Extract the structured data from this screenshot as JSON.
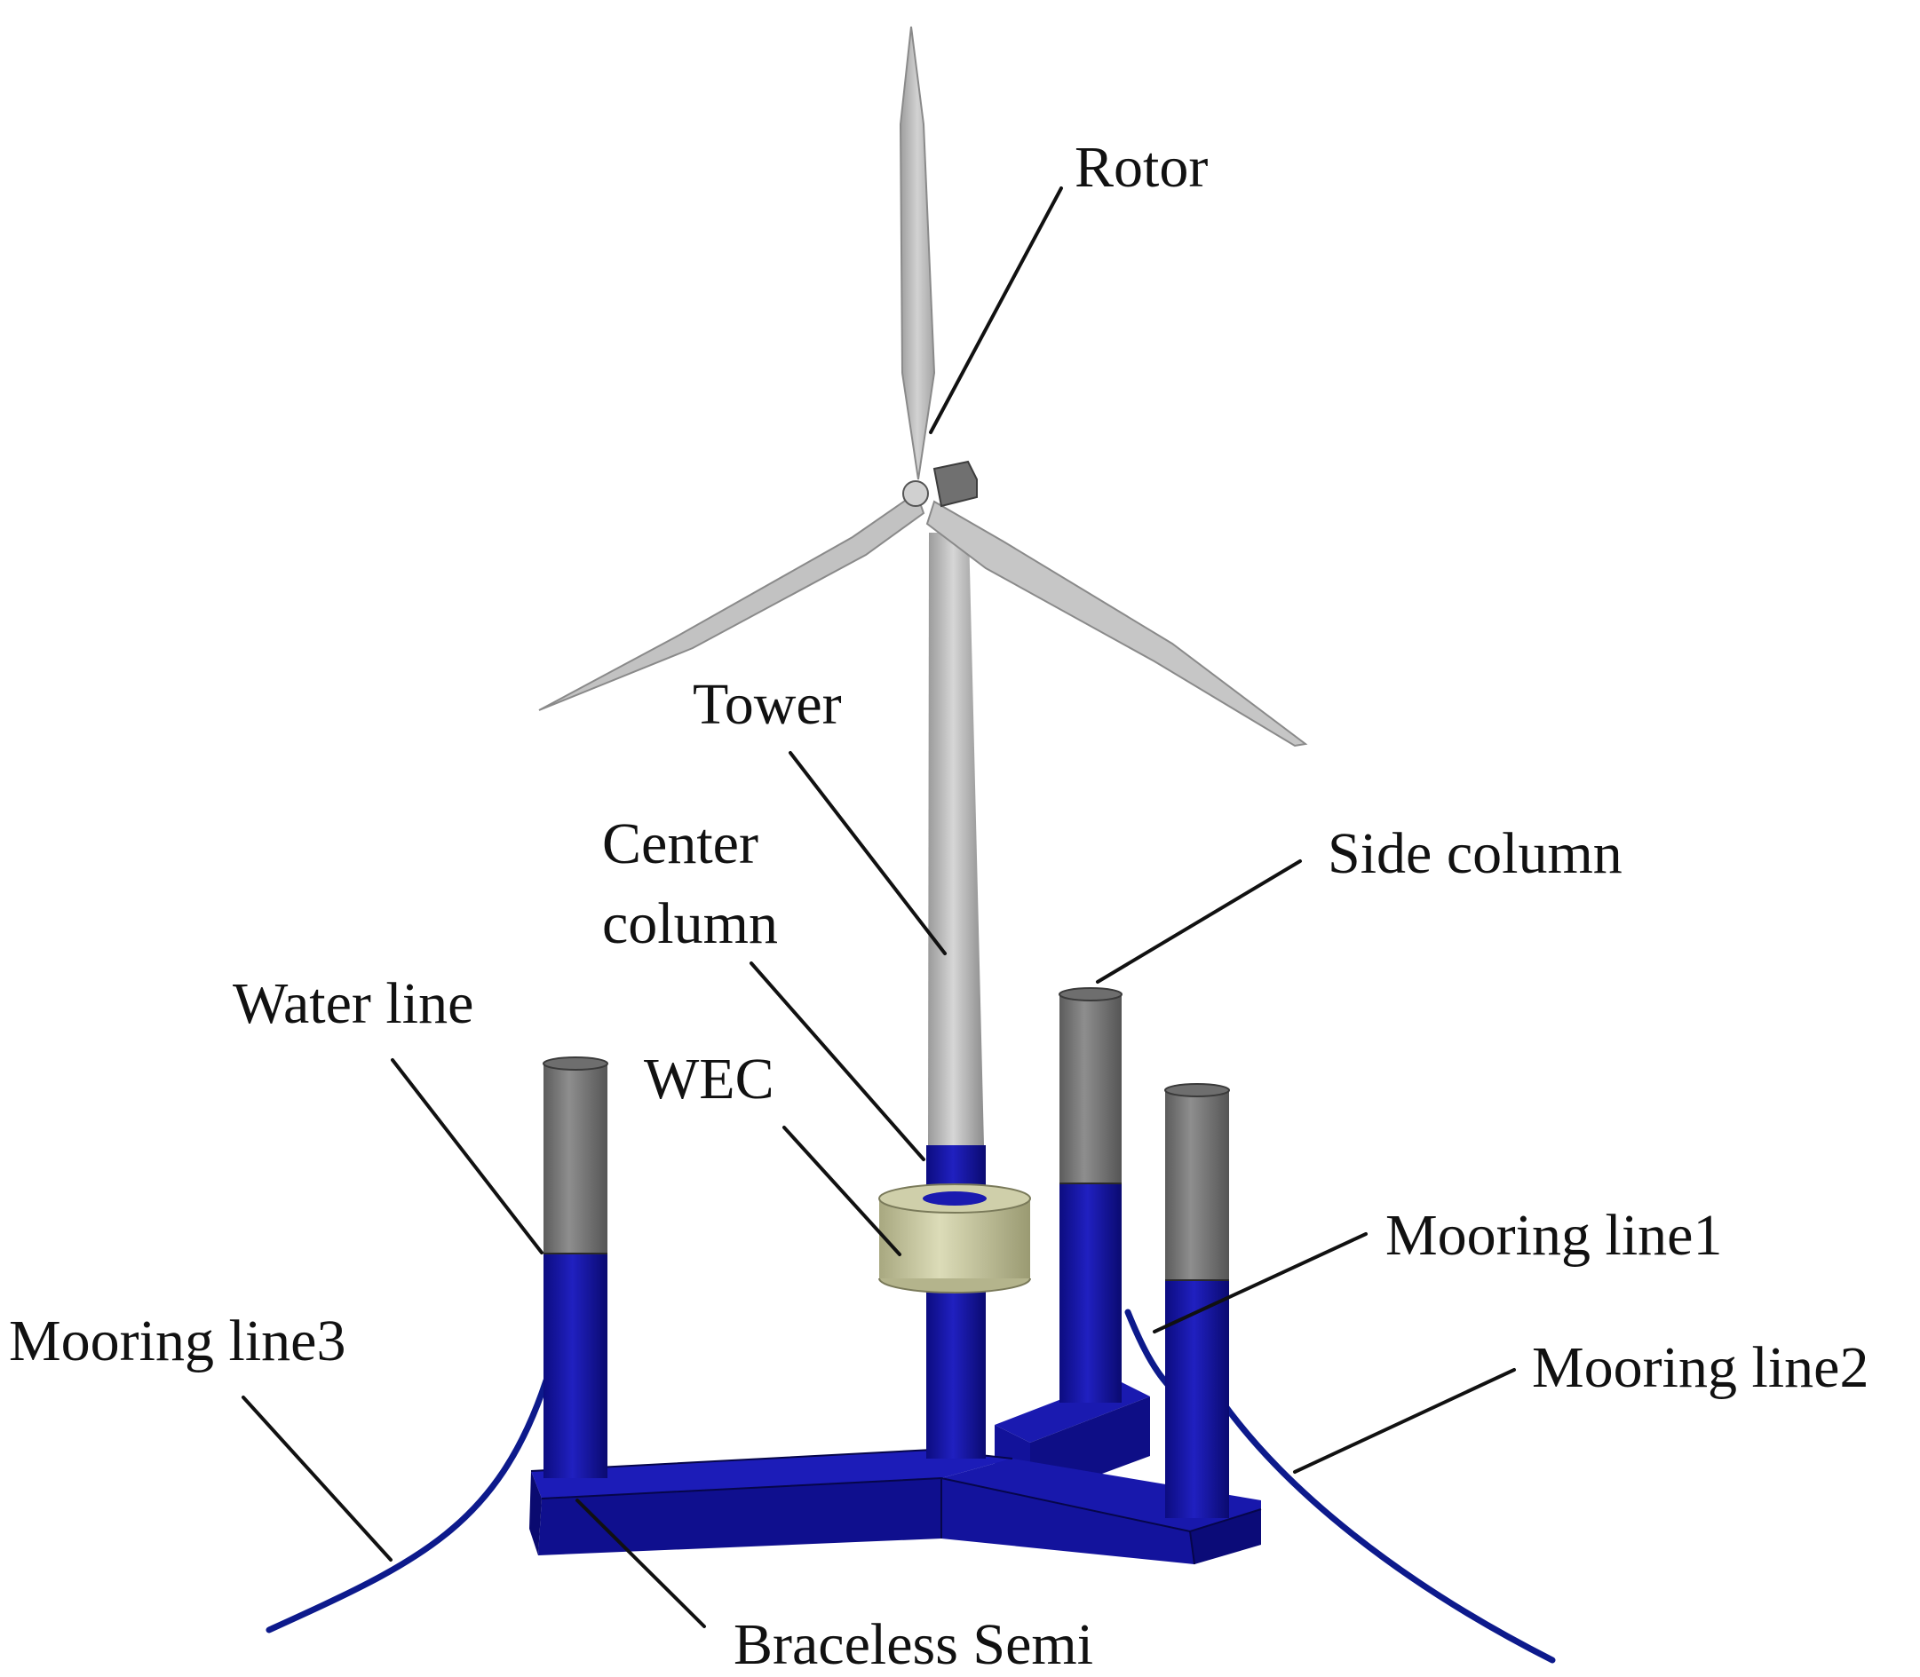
{
  "labels": {
    "rotor": "Rotor",
    "tower": "Tower",
    "center_column_line1": "Center",
    "center_column_line2": "column",
    "side_column": "Side column",
    "water_line": "Water line",
    "wec": "WEC",
    "mooring_line1": "Mooring line1",
    "mooring_line2": "Mooring line2",
    "mooring_line3": "Mooring line3",
    "braceless_semi": "Braceless Semi"
  },
  "colors": {
    "hull_blue": "#1414a8",
    "hull_blue_dark": "#0c0c78",
    "hull_blue_light": "#2323c8",
    "mooring_blue": "#0d1a8c",
    "column_gray": "#7a7a7a",
    "tower_gray": "#bdbdbd",
    "blade_gray": "#c8c8c8",
    "wec_khaki": "#c9c9a0",
    "text": "#111111"
  }
}
